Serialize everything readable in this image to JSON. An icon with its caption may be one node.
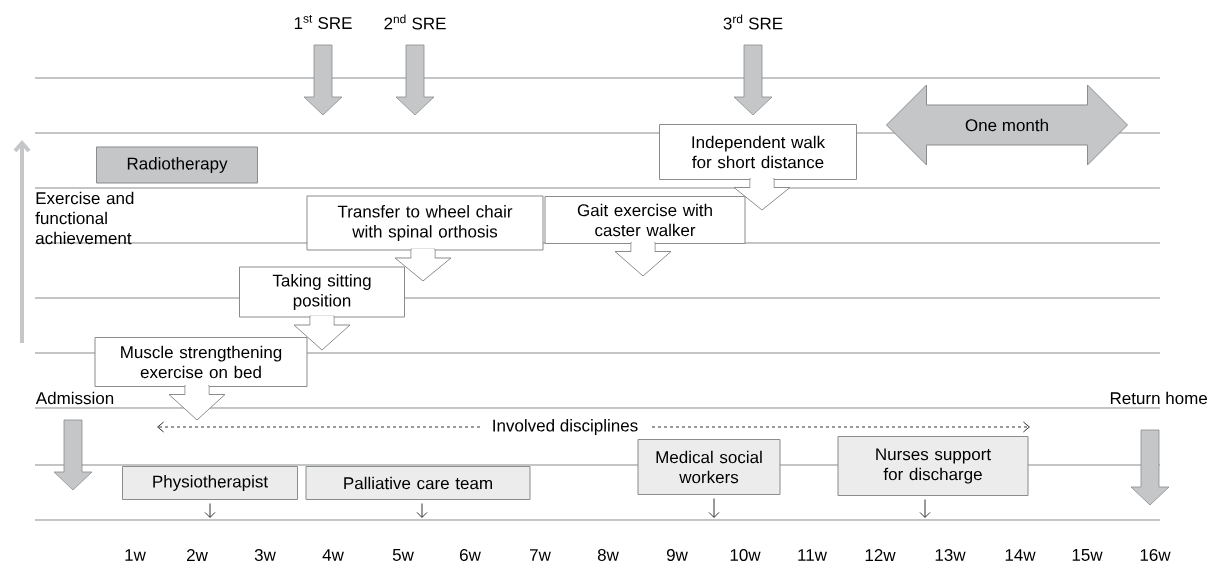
{
  "diagram": {
    "nodes": [
      {
        "text": [
          "Radiotherapy"
        ]
      },
      {
        "text": [
          "Muscle strengthening exercise on bed"
        ]
      },
      {
        "text": [
          "Taking sitting position"
        ]
      },
      {
        "text": [
          "Transfer to wheel chair with spinal orthosis"
        ]
      },
      {
        "text": [
          "Gait exercise with caster walker"
        ]
      },
      {
        "text": [
          "Independent walk for short distance"
        ]
      },
      {
        "text": [
          "One month"
        ]
      },
      {
        "text": [
          "Physiotherapist"
        ]
      },
      {
        "text": [
          "Palliative care team"
        ]
      },
      {
        "text": [
          "Medical social workers"
        ]
      },
      {
        "text": [
          "Nurses support for discharge"
        ]
      }
    ],
    "labels": [
      "1$^{st}$ SRE",
      "2$^{nd}$ SRE",
      "3$^{rd}$ SRE",
      "Exercise and functional achievement",
      "Admission",
      "Return home",
      "Involved disciplines",
      "1w",
      "2w",
      "3w",
      "4w",
      "5w",
      "6w",
      "7w",
      "8w",
      "9w",
      "10w",
      "11w",
      "12w",
      "13w",
      "14w",
      "15w",
      "16w"
    ]
  }
}
